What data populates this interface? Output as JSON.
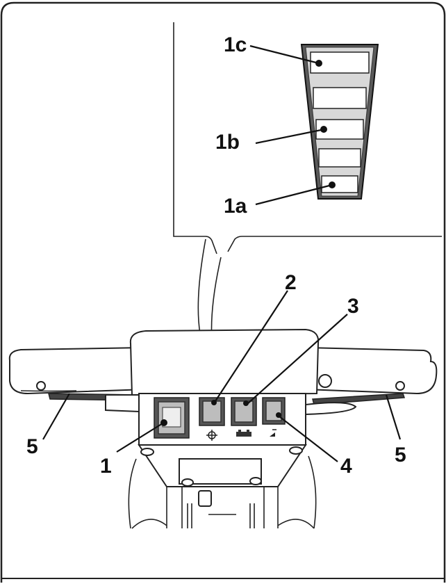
{
  "labels": {
    "indicator_top": "1c",
    "indicator_mid": "1b",
    "indicator_bottom": "1a",
    "switch_main": "1",
    "switch_2": "2",
    "switch_3": "3",
    "switch_4": "4",
    "lever_left": "5",
    "lever_right": "5"
  },
  "icons": {
    "switch_2_symbol": "fan-speed-icon",
    "switch_3_symbol": "battery-icon",
    "switch_4_symbol": "horn-icon"
  }
}
